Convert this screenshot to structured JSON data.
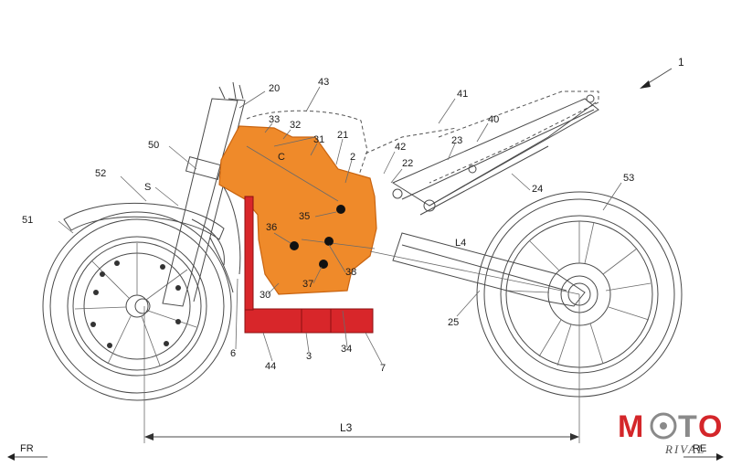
{
  "figure": {
    "ref_main": "1",
    "labels": {
      "l20": "20",
      "l43": "43",
      "l41": "41",
      "l33": "33",
      "l32": "32",
      "l31": "31",
      "l21": "21",
      "l2": "2",
      "lC": "C",
      "l42": "42",
      "l22": "22",
      "l23": "23",
      "l40": "40",
      "l24": "24",
      "l50": "50",
      "l52": "52",
      "lS": "S",
      "l51": "51",
      "l35": "35",
      "l36": "36",
      "l38": "38",
      "l37": "37",
      "l30": "30",
      "l53": "53",
      "l4": "L4",
      "l25": "25",
      "l6": "6",
      "l44": "44",
      "l3": "3",
      "l34": "34",
      "l7": "7",
      "lL3": "L3"
    },
    "direction_front": "FR",
    "direction_rear": "RE"
  },
  "watermark": {
    "letters": [
      "M",
      "T",
      "O"
    ],
    "sub": "RIVAL"
  },
  "colors": {
    "engine_fill": "#ef8a2a",
    "engine_stroke": "#c96410",
    "battery_fill": "#d8262a",
    "watermark_red": "#d4262a",
    "watermark_gray": "#8a8a8a"
  }
}
